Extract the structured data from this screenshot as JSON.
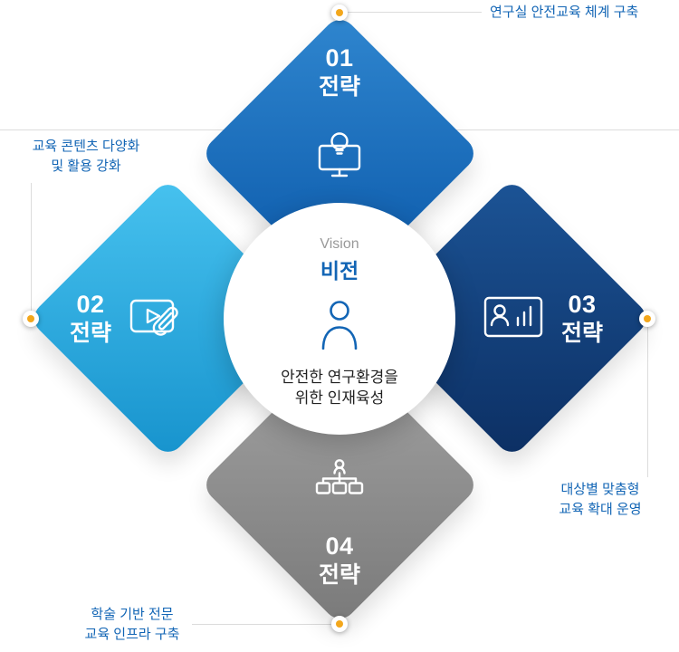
{
  "colors": {
    "accent_blue": "#1265b5",
    "dot_orange": "#f3a71c",
    "line_gray": "#dcdcdc",
    "text_dark": "#222222",
    "vision_gray": "#999999",
    "diamond_top_light": "#2f86cf",
    "diamond_top_dark": "#0a57a8",
    "diamond_left_light": "#47c2ef",
    "diamond_left_dark": "#1793cd",
    "diamond_right_light": "#1c5496",
    "diamond_right_dark": "#0c2f63",
    "diamond_bottom_light": "#a3a3a3",
    "diamond_bottom_dark": "#7a7a7a"
  },
  "vision": {
    "label_en": "Vision",
    "label_ko": "비전",
    "description": [
      "안전한 연구환경을",
      "위한 인재육성"
    ]
  },
  "strategies": {
    "top": {
      "number": "01",
      "label": "전략",
      "icon": "monitor-lightbulb-icon"
    },
    "left": {
      "number": "02",
      "label": "전략",
      "icon": "video-paperclip-icon"
    },
    "right": {
      "number": "03",
      "label": "전략",
      "icon": "person-chart-icon"
    },
    "bottom": {
      "number": "04",
      "label": "전략",
      "icon": "org-hierarchy-icon"
    }
  },
  "callouts": {
    "top": {
      "lines": [
        "연구실 안전교육 체계 구축"
      ]
    },
    "left": {
      "lines": [
        "교육 콘텐츠 다양화",
        "및 활용 강화"
      ]
    },
    "right": {
      "lines": [
        "대상별 맞춤형",
        "교육 확대 운영"
      ]
    },
    "bottom": {
      "lines": [
        "학술 기반 전문",
        "교육 인프라 구축"
      ]
    }
  }
}
